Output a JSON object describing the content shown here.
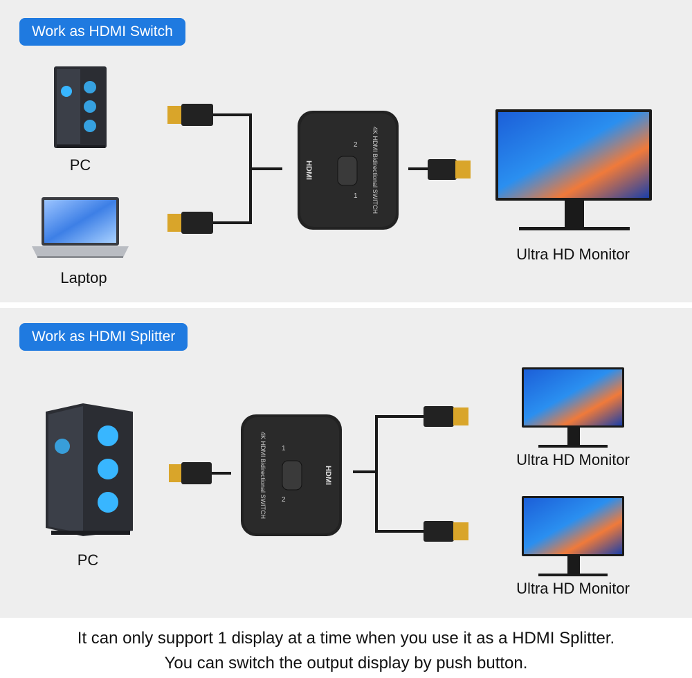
{
  "switch_section": {
    "badge": "Work as HDMI Switch",
    "pc_label": "PC",
    "laptop_label": "Laptop",
    "monitor_label": "Ultra HD Monitor",
    "device_brand": "HDMI",
    "device_text": "4K HDMI Bidirectional SWITCH",
    "port1": "1",
    "port2": "2"
  },
  "splitter_section": {
    "badge": "Work as HDMI Splitter",
    "pc_label": "PC",
    "monitor1_label": "Ultra HD Monitor",
    "monitor2_label": "Ultra HD Monitor",
    "device_brand": "HDMI",
    "device_text": "4K HDMI Bidirectional SWITCH",
    "port1": "1",
    "port2": "2"
  },
  "footer": {
    "line1": "It can only support 1 display at a time when you use it as a HDMI Splitter.",
    "line2": "You can switch the output display by push button."
  },
  "colors": {
    "badge": "#1f7ae0",
    "panel": "#eeeeee",
    "device": "#222222",
    "cable": "#1a1a1a",
    "connector_gold": "#d9a52a",
    "fan_glow": "#38b6ff"
  }
}
